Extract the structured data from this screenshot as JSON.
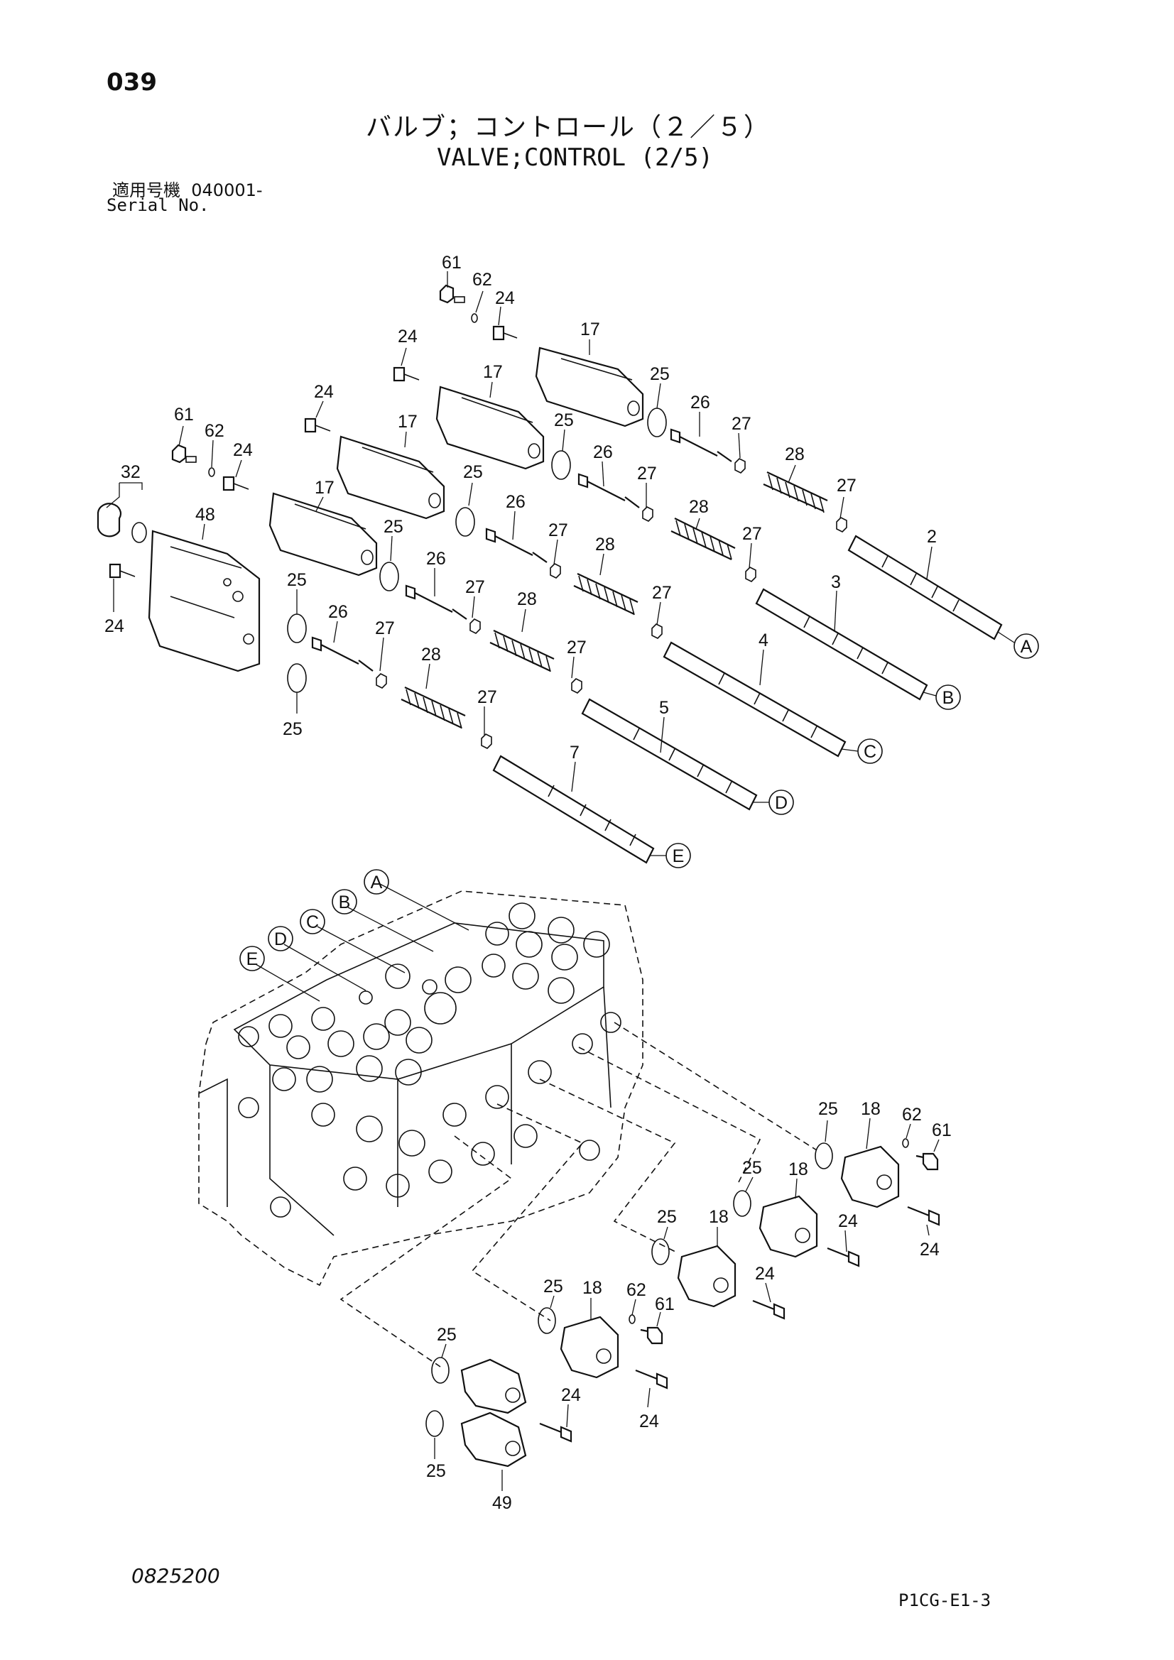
{
  "header": {
    "page_number": "039",
    "title_jp": "バルブ；コントロール（２／５）",
    "title_en": "VALVE;CONTROL (2/5)",
    "serial_label_jp": "適用号機",
    "serial_range": "040001-",
    "serial_label_en": "Serial No."
  },
  "callouts": {
    "c61a": "61",
    "c62a": "62",
    "c24a": "24",
    "c17a": "17",
    "c25a": "25",
    "c26a": "26",
    "c27a": "27",
    "c28a": "28",
    "c27a2": "27",
    "c2": "2",
    "c24b": "24",
    "c17b": "17",
    "c25b": "25",
    "c26b": "26",
    "c27b": "27",
    "c28b": "28",
    "c27b2": "27",
    "c3": "3",
    "c24c": "24",
    "c17c": "17",
    "c25c": "25",
    "c26c": "26",
    "c27c": "27",
    "c28c": "28",
    "c27c2": "27",
    "c4": "4",
    "c61d": "61",
    "c62d": "62",
    "c24d": "24",
    "c17d": "17",
    "c25d": "25",
    "c26d": "26",
    "c27d": "27",
    "c28d": "28",
    "c27d2": "27",
    "c5": "5",
    "c32": "32",
    "c48": "48",
    "c24e": "24",
    "c25e": "25",
    "c26e": "26",
    "c27e": "27",
    "c28e": "28",
    "c27e2": "27",
    "c7": "7",
    "c25f": "25",
    "c25g": "25",
    "c18g": "18",
    "c62g": "62",
    "c61g": "61",
    "c24g": "24",
    "c25h": "25",
    "c18h": "18",
    "c24h": "24",
    "c25i": "25",
    "c18i": "18",
    "c24i": "24",
    "c25j": "25",
    "c18j": "18",
    "c62j": "62",
    "c61j": "61",
    "c24j": "24",
    "c25k": "25",
    "c25l": "25",
    "c24k": "24",
    "c49": "49"
  },
  "refs": {
    "spool_ends": [
      "A",
      "B",
      "C",
      "D",
      "E"
    ],
    "body_tags": [
      "A",
      "B",
      "C",
      "D",
      "E"
    ]
  },
  "footer": {
    "doc_code": "0825200",
    "page_code": "P1CG-E1-3"
  }
}
